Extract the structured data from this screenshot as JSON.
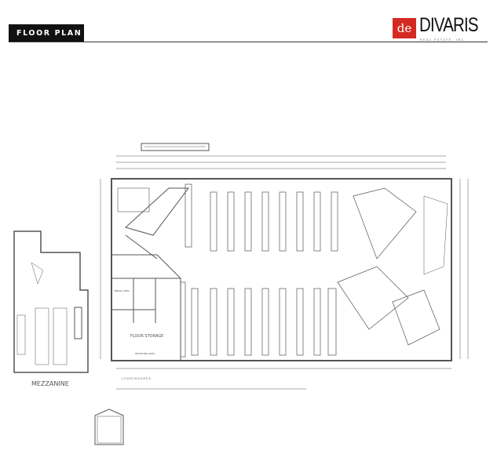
{
  "header": {
    "title": "FLOOR PLAN"
  },
  "logo": {
    "mark": "de",
    "name": "DIVARIS",
    "subtitle": "REAL ESTATE, INC."
  },
  "plan": {
    "mezzanine_label": "MEZZANINE",
    "floor_storage_label": "FLOOR STORAGE",
    "break_area_label": "BREAK AREA",
    "receiving_area_label": "RECEIVING AREA",
    "loading_area_label": "L O A D I N G   A R E A",
    "colors": {
      "line": "#555555",
      "logo_red": "#d42a22"
    }
  }
}
